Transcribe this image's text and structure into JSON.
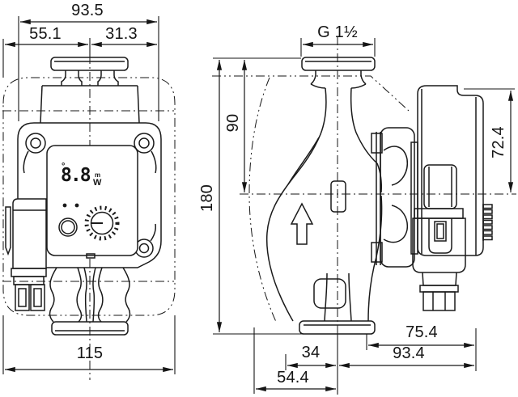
{
  "drawing_title": "pump-dimensional-drawing",
  "line_color": "#161616",
  "dimensions": {
    "overall_width": "93.5",
    "axis_left": "55.1",
    "axis_right": "31.3",
    "thread": "G 1½",
    "axis_to_top": "90",
    "total_height": "180",
    "module_top": "72.4",
    "base_width": "115",
    "rear_partial": "75.4",
    "rear_total": "93.4",
    "front_axis": "34",
    "front_total": "54.4"
  },
  "display": {
    "degree": "°",
    "value": "8.8",
    "unit_m": "m",
    "unit_w": "W"
  }
}
